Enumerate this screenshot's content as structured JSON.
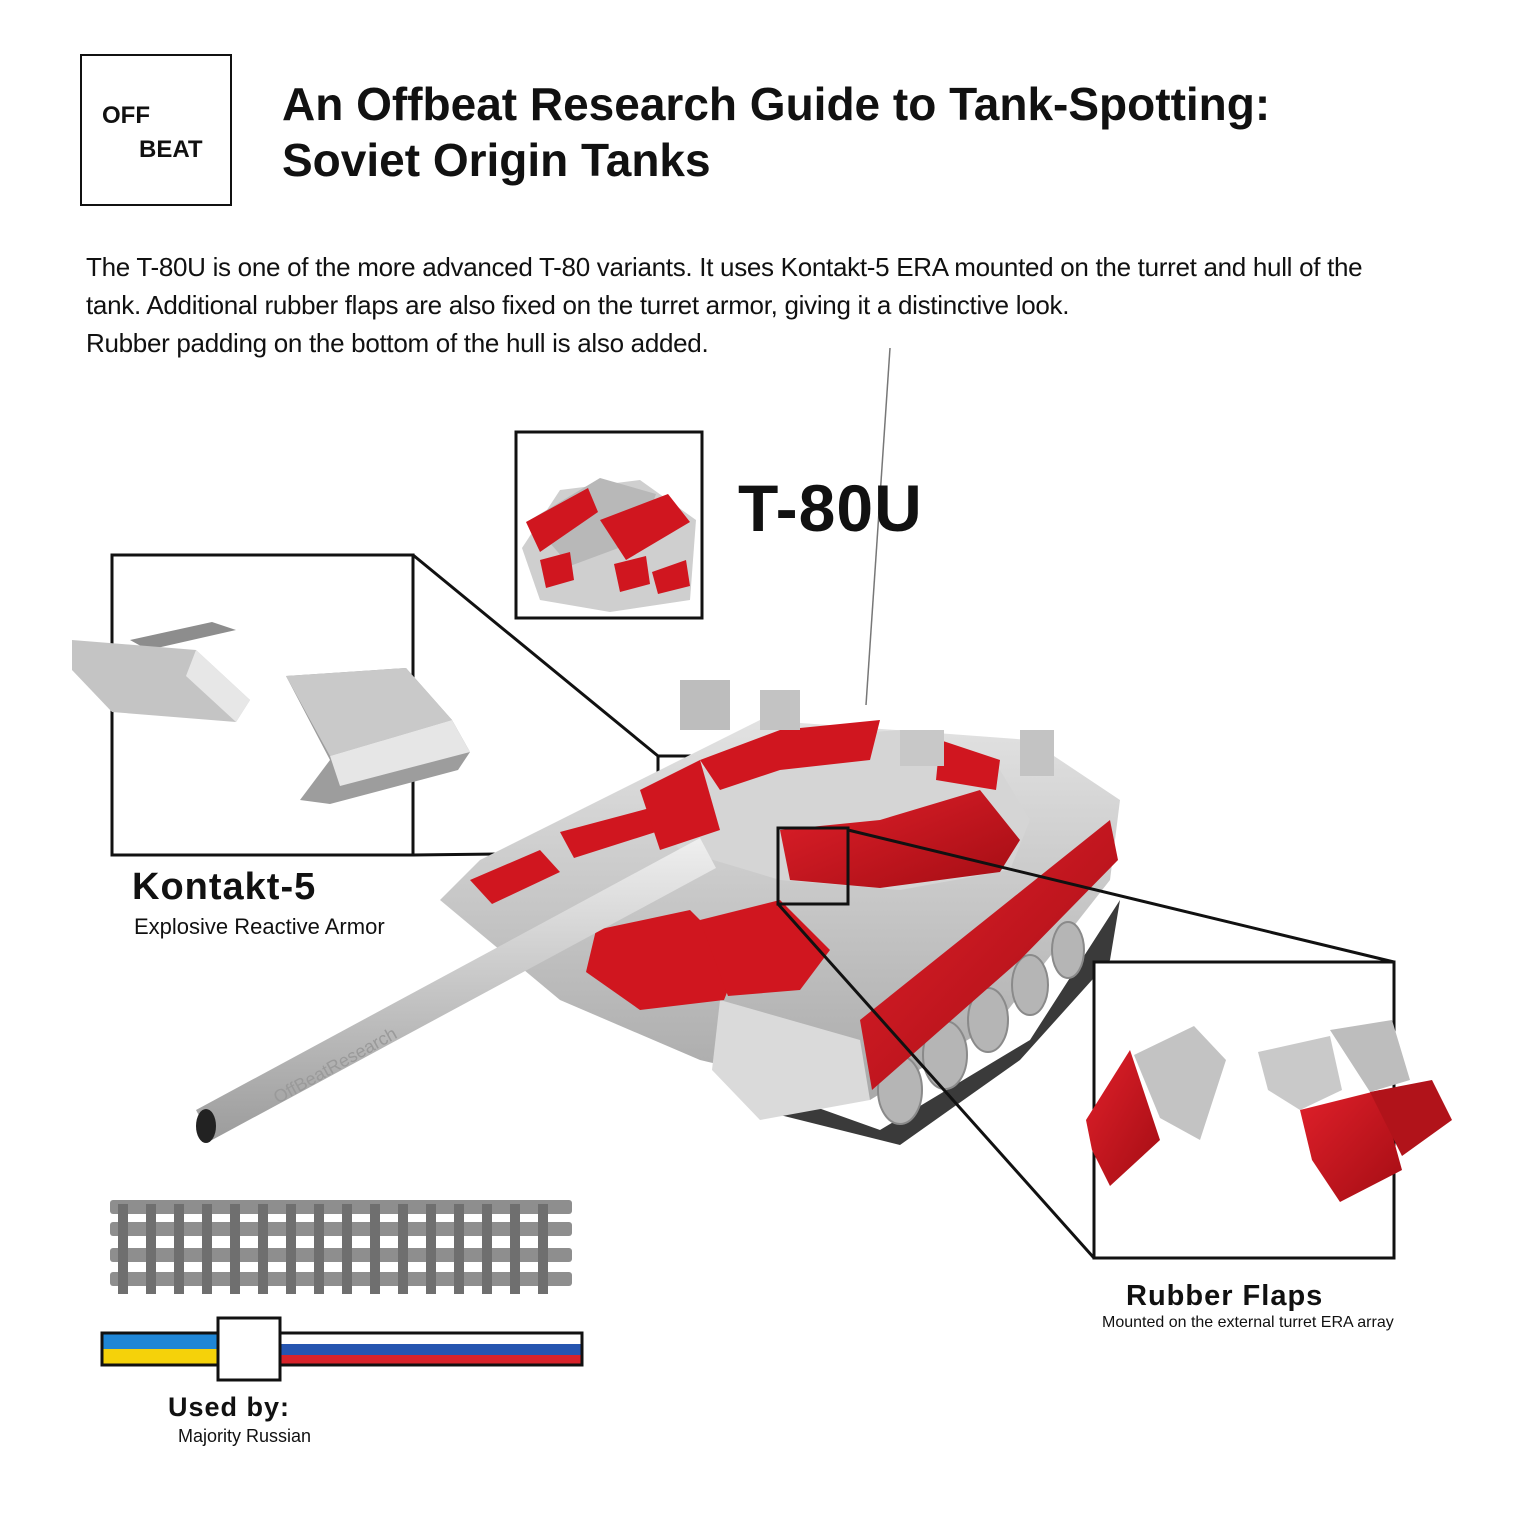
{
  "logo": {
    "line1": "OFF",
    "line2": "BEAT"
  },
  "header": {
    "title_line1": "An Offbeat Research Guide to Tank-Spotting:",
    "title_line2": "Soviet Origin Tanks"
  },
  "intro": {
    "line1": "The T-80U is one of the more advanced T-80 variants. It uses Kontakt-5 ERA mounted on the turret and hull of the",
    "line2": "tank. Additional rubber flaps are also fixed on the turret armor, giving it a distinctive look.",
    "line3": "Rubber padding on the bottom of the hull is also added."
  },
  "tank": {
    "name": "T-80U"
  },
  "callouts": {
    "kontakt": {
      "title": "Kontakt-5",
      "subtitle": "Explosive Reactive Armor"
    },
    "flaps": {
      "title": "Rubber Flaps",
      "subtitle": "Mounted on the external turret ERA array"
    }
  },
  "watermark": "OffBeatResearch",
  "usage": {
    "title": "Used by:",
    "subtitle": "Majority Russian"
  },
  "colors": {
    "era_red": "#d0161f",
    "hull_grey": "#c9c9c9",
    "ukraine_blue": "#1f86d6",
    "ukraine_yellow": "#f5d20a",
    "russia_blue": "#2655b0",
    "russia_red": "#d8232a"
  }
}
